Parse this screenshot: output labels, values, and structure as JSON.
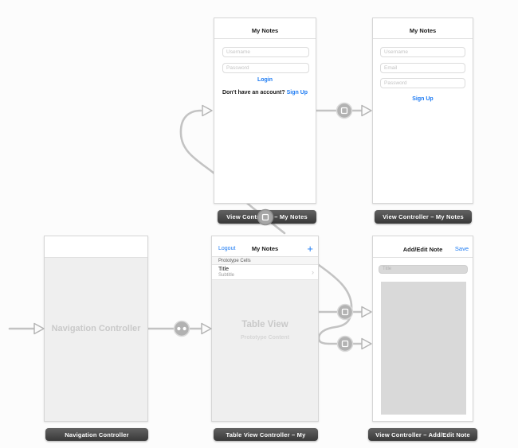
{
  "colors": {
    "accent": "#1d7bf3",
    "line": "#c3c3c3",
    "badge": "#b2b2b2",
    "card-border": "#d6d6d6",
    "body-gray": "#efefef",
    "watermark": "#c9c9c9",
    "field-gray": "#d9d9d9",
    "canvas": "#fcfcfc"
  },
  "scenes": {
    "login": {
      "title": "My Notes",
      "username_placeholder": "Username",
      "password_placeholder": "Password",
      "login_button": "Login",
      "prompt": "Don't have an account?",
      "signup_link": "Sign Up",
      "scene_label": "View Controller – My Notes"
    },
    "signup": {
      "title": "My Notes",
      "username_placeholder": "Username",
      "email_placeholder": "Email",
      "password_placeholder": "Password",
      "signup_button": "Sign Up",
      "scene_label": "View Controller – My Notes"
    },
    "nav": {
      "watermark": "Navigation Controller",
      "scene_label": "Navigation Controller"
    },
    "table": {
      "logout_button": "Logout",
      "title": "My Notes",
      "add_button": "+",
      "section_header": "Prototype Cells",
      "cell_title": "Title",
      "cell_subtitle": "Subtitle",
      "disclosure": "›",
      "watermark_title": "Table View",
      "watermark_subtitle": "Prototype Content",
      "scene_label": "Table View Controller – My"
    },
    "addedit": {
      "title": "Add/Edit Note",
      "save_button": "Save",
      "title_placeholder": "Title",
      "scene_label": "View Controller – Add/Edit Note"
    }
  }
}
